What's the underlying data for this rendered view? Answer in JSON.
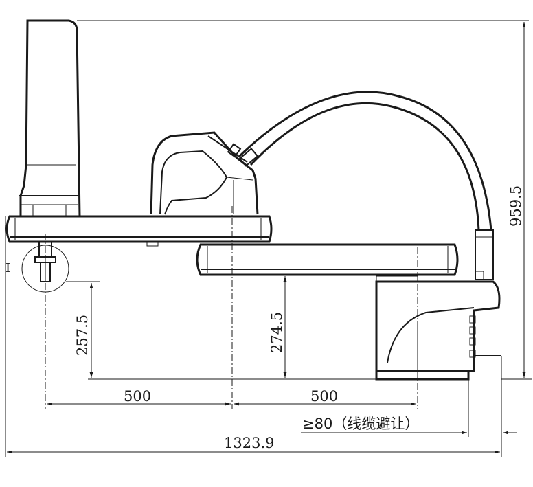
{
  "dimensions": {
    "total_height": "959.5",
    "tool_flange_height": "257.5",
    "arm_clearance_height": "274.5",
    "arm1_length": "500",
    "arm2_length": "500",
    "cable_clearance": "≥80（线缆避让）",
    "total_length": "1323.9"
  },
  "labels": {
    "detail_marker": "I"
  }
}
